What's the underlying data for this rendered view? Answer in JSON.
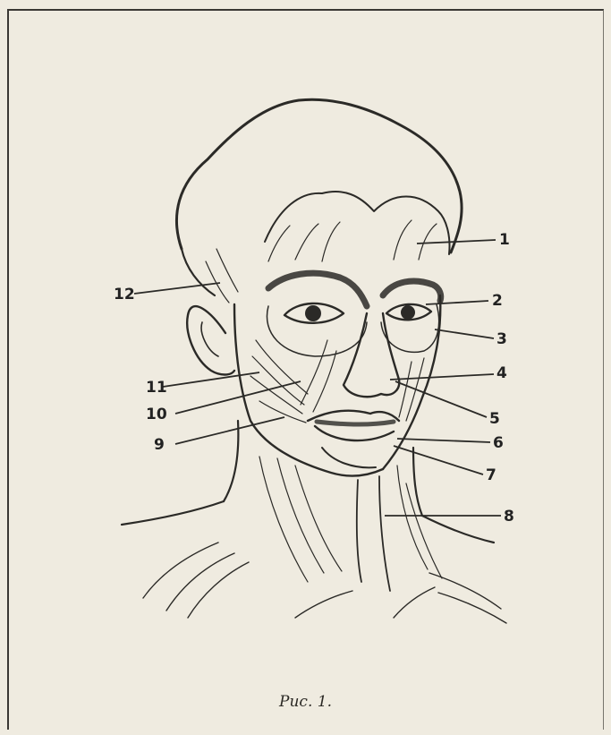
{
  "figure": {
    "caption": "Рис. 1.",
    "labels": [
      "1",
      "2",
      "3",
      "4",
      "5",
      "6",
      "7",
      "8",
      "9",
      "10",
      "11",
      "12"
    ],
    "ink_color": "#2b2a27",
    "paper_color": "#efebe0"
  }
}
